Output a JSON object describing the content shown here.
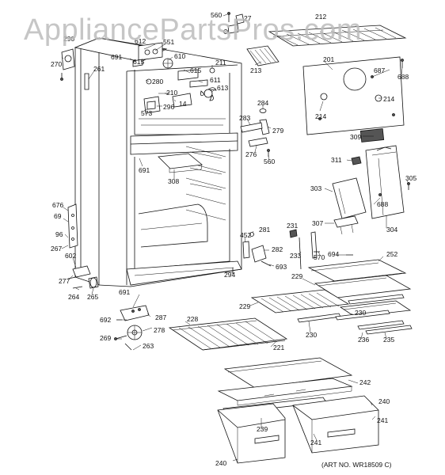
{
  "watermark": "AppliancePartsPros.com",
  "art_number": "(ART NO. WR18509 C)",
  "labels": {
    "p560a": "560",
    "p27": "27",
    "p212": "212",
    "p290": "290",
    "p612": "612",
    "p551": "551",
    "p691a": "691",
    "p615a": "615",
    "p610": "610",
    "p270": "270",
    "p261": "261",
    "p211": "211",
    "p615b": "615",
    "p611": "611",
    "p280": "280",
    "p613": "613",
    "p210": "210",
    "p14": "14",
    "p573": "573",
    "p296": "296",
    "p213": "213",
    "p201": "201",
    "p687": "687",
    "p688a": "688",
    "p214a": "214",
    "p214b": "214",
    "p284": "284",
    "p283": "283",
    "p279": "279",
    "p276": "276",
    "p560b": "560",
    "p309": "309",
    "p311": "311",
    "p691b": "691",
    "p308": "308",
    "p305": "305",
    "p303": "303",
    "p688b": "688",
    "p307": "307",
    "p304": "304",
    "p676": "676",
    "p69": "69",
    "p96": "96",
    "p267": "267",
    "p452": "452",
    "p281": "281",
    "p231": "231",
    "p282": "282",
    "p233": "233",
    "p570": "570",
    "p694": "694",
    "p252": "252",
    "p602": "602",
    "p294": "294",
    "p693": "693",
    "p277": "277",
    "p264": "264",
    "p265": "265",
    "p229a": "229",
    "p229b": "229",
    "p691c": "691",
    "p287": "287",
    "p230a": "230",
    "p230b": "230",
    "p692": "692",
    "p278": "278",
    "p228": "228",
    "p236": "236",
    "p235": "235",
    "p269": "269",
    "p263": "263",
    "p221": "221",
    "p242": "242",
    "p240a": "240",
    "p239": "239",
    "p241a": "241",
    "p241b": "241",
    "p240b": "240"
  }
}
